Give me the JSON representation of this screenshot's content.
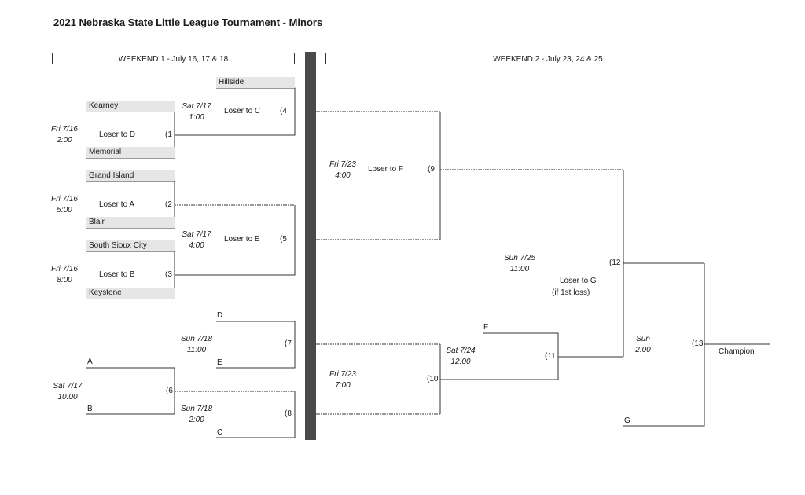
{
  "title": "2021 Nebraska State Little League Tournament - Minors",
  "weekend1": "WEEKEND 1 - July 16, 17 & 18",
  "weekend2": "WEEKEND 2 - July 23, 24 & 25",
  "teams": {
    "hillside": "Hillside",
    "kearney": "Kearney",
    "memorial": "Memorial",
    "grand_island": "Grand Island",
    "blair": "Blair",
    "south_sioux_city": "South Sioux City",
    "keystone": "Keystone"
  },
  "slots": {
    "d": "D",
    "e": "E",
    "a": "A",
    "b": "B",
    "c": "C",
    "f": "F",
    "g": "G"
  },
  "games": {
    "g1": {
      "num": "(1",
      "loser": "Loser to D",
      "day": "Fri 7/16",
      "time": "2:00"
    },
    "g2": {
      "num": "(2",
      "loser": "Loser to A",
      "day": "Fri 7/16",
      "time": "5:00"
    },
    "g3": {
      "num": "(3",
      "loser": "Loser to B",
      "day": "Fri 7/16",
      "time": "8:00"
    },
    "g4": {
      "num": "(4",
      "loser": "Loser to C",
      "day": "Sat 7/17",
      "time": "1:00"
    },
    "g5": {
      "num": "(5",
      "loser": "Loser to E",
      "day": "Sat 7/17",
      "time": "4:00"
    },
    "g6": {
      "num": "(6",
      "day": "Sat 7/17",
      "time": "10:00"
    },
    "g7": {
      "num": "(7",
      "day": "Sun 7/18",
      "time": "11:00"
    },
    "g8": {
      "num": "(8",
      "day": "Sun 7/18",
      "time": "2:00"
    },
    "g9": {
      "num": "(9",
      "loser": "Loser to F",
      "day": "Fri 7/23",
      "time": "4:00"
    },
    "g10": {
      "num": "(10",
      "day": "Fri 7/23",
      "time": "7:00"
    },
    "g11": {
      "num": "(11",
      "day": "Sat 7/24",
      "time": "12:00"
    },
    "g12": {
      "num": "(12",
      "loser": "Loser to G",
      "loser_note": "(if 1st loss)",
      "day": "Sun 7/25",
      "time": "11:00"
    },
    "g13": {
      "num": "(13",
      "day": "Sun",
      "time": "2:00"
    }
  },
  "champion": "Champion"
}
